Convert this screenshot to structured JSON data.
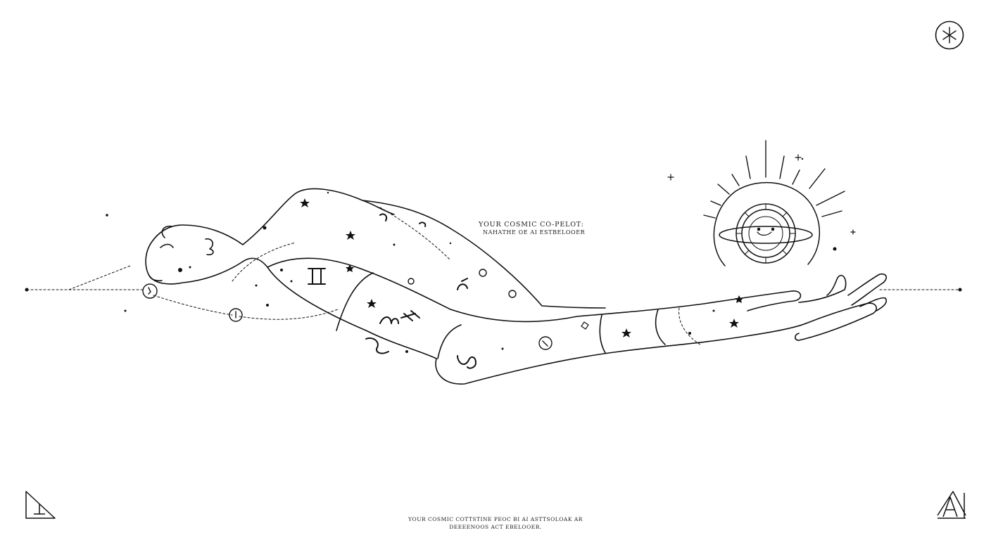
{
  "tagline": {
    "title": "YOUR COSMIC CO-PELOT:",
    "subtitle": "NAHATHE OE AI ESTBELOOER"
  },
  "footer": {
    "line1": "YOUR COSMIC COTTSTINE PEOC BI AI ASTTSOLOAK AR",
    "line2": "DEEEENOOS ACT EBELOOER."
  },
  "icons": {
    "top_right": "asterisk-star-icon",
    "bottom_left": "triangle-glyph-icon",
    "bottom_right": "triangle-a-glyph-icon",
    "orb": "astrology-wheel-orb-icon"
  },
  "colors": {
    "line": "#111111",
    "background": "#ffffff"
  }
}
